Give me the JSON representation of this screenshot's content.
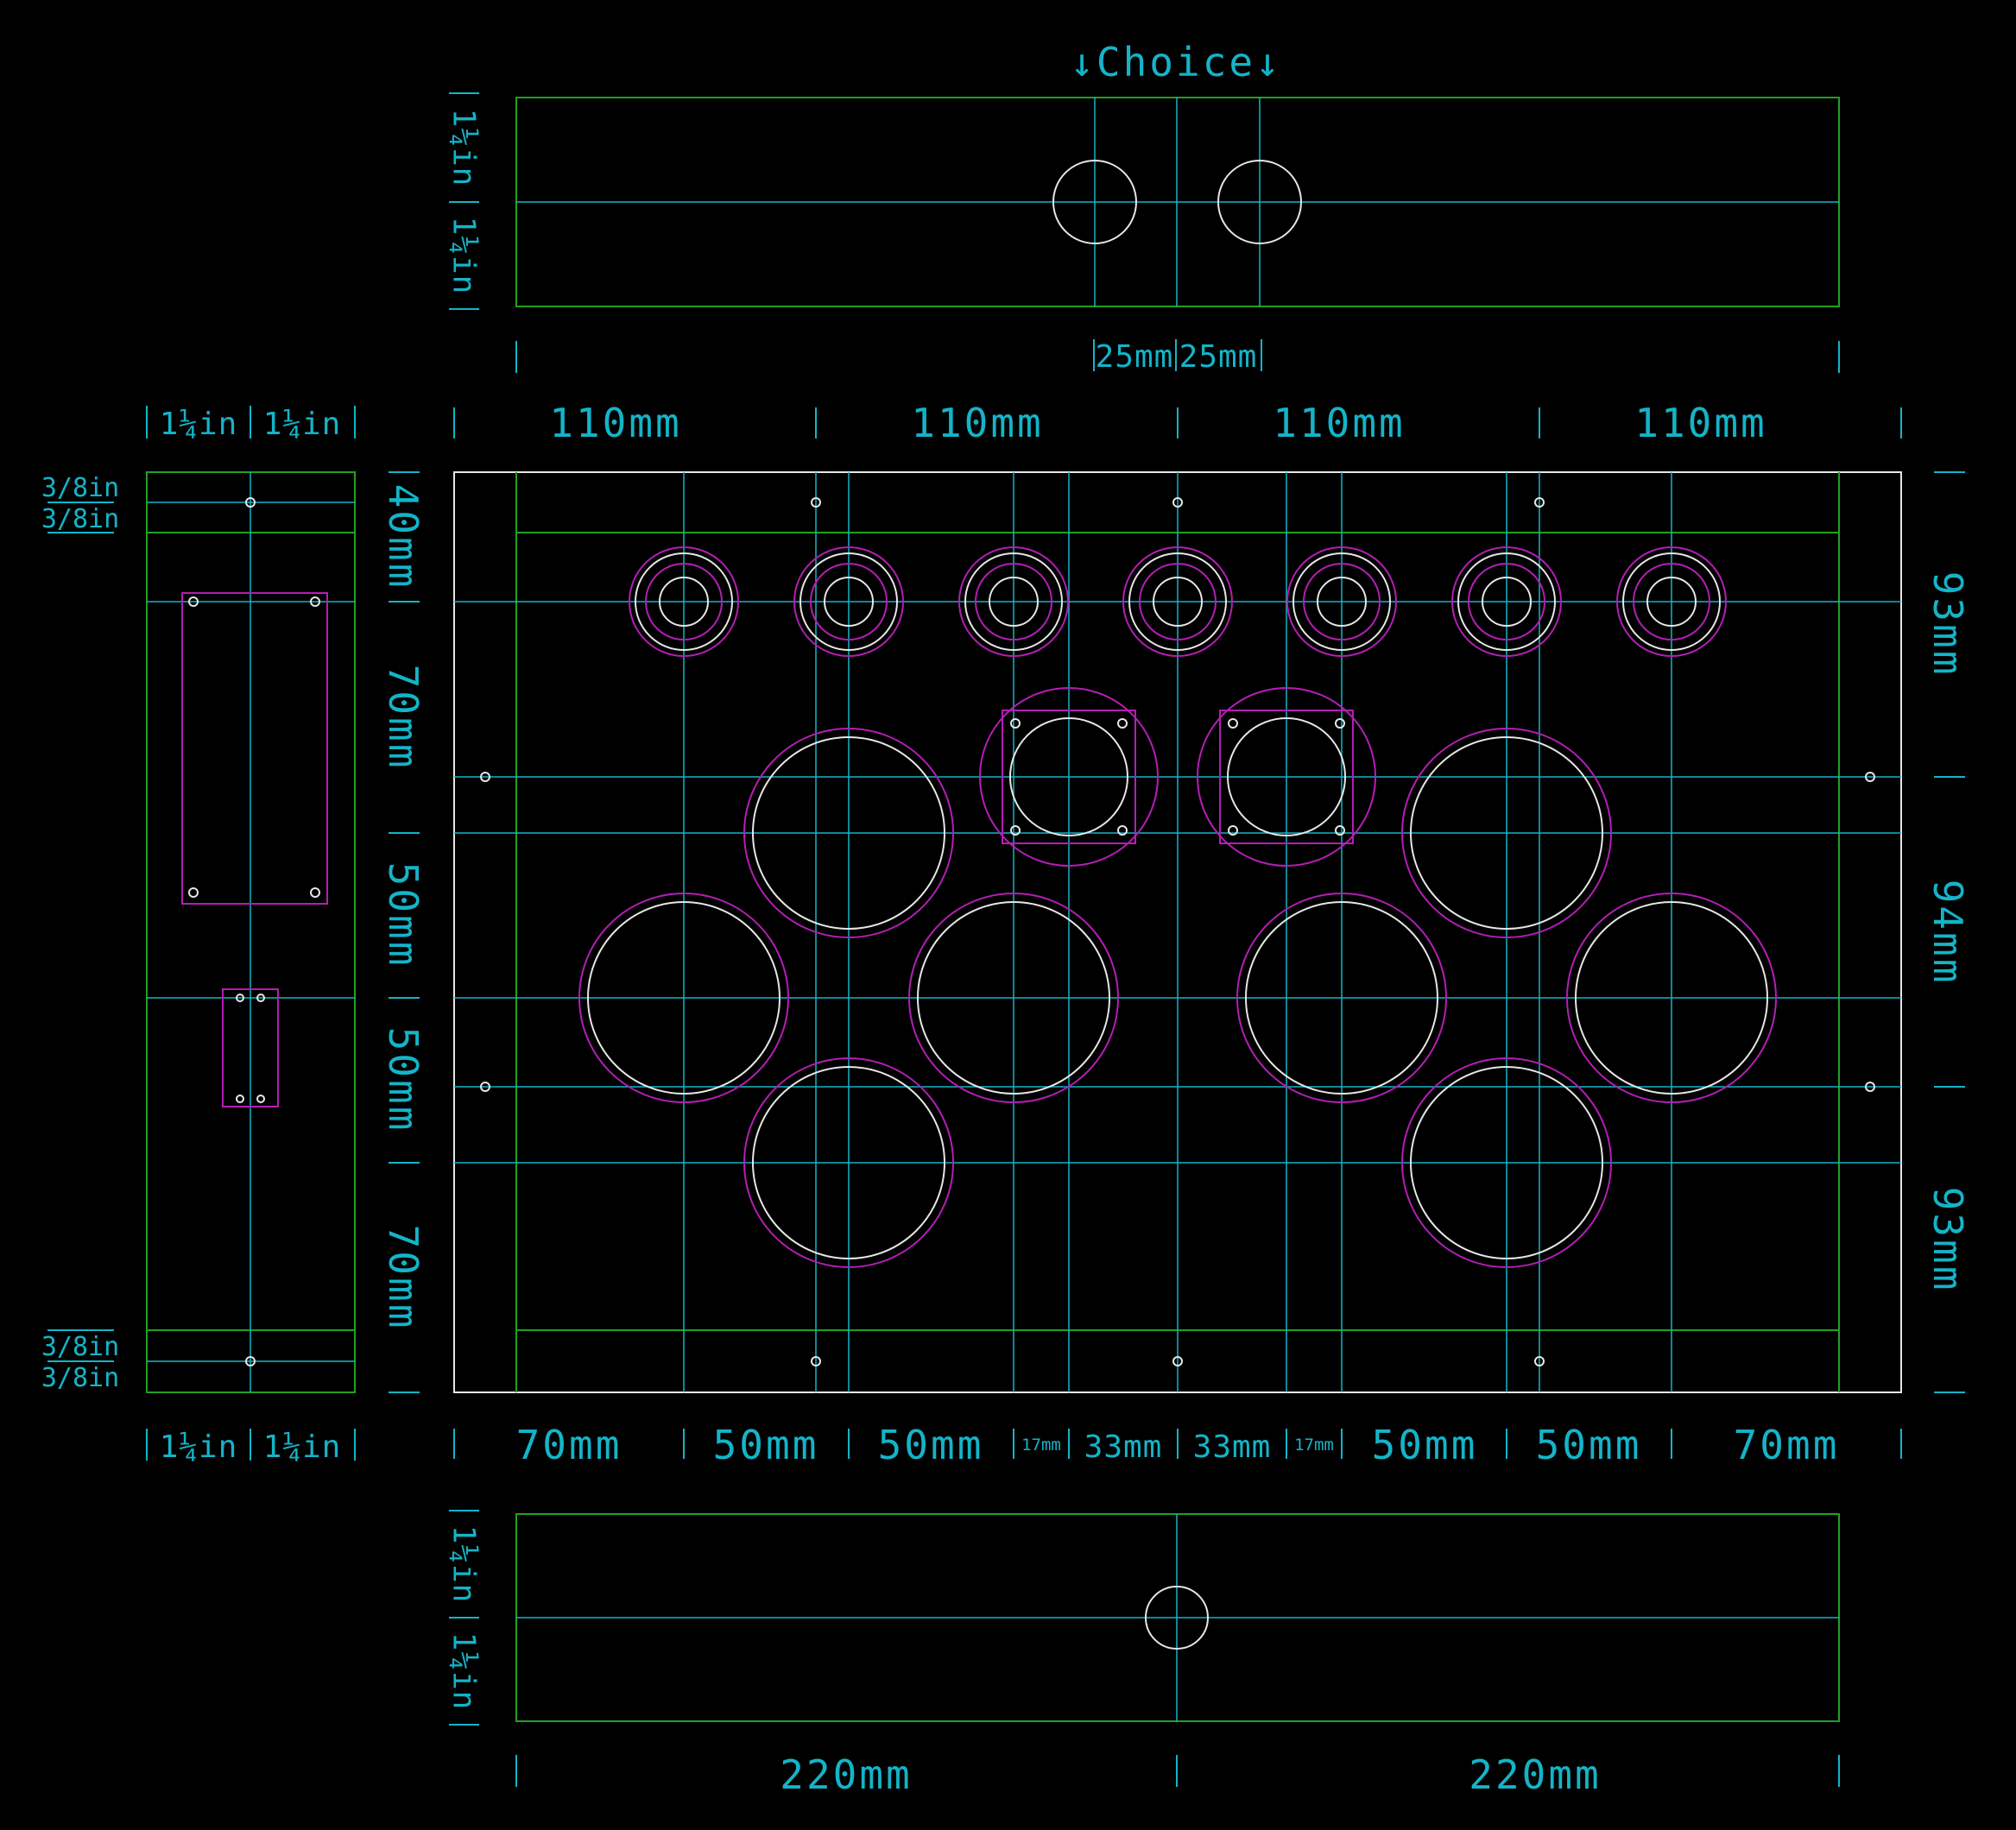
{
  "colors": {
    "background": "#000000",
    "outline": "#e6e6e6",
    "frame": "#22a022",
    "centerline": "#14b4c8",
    "clearance": "#b41eb4",
    "dimension_text": "#14b4c8"
  },
  "top_view": {
    "title": "↓Choice↓",
    "height_dims": [
      "1¼in",
      "1¼in"
    ],
    "spacing_dims": [
      "25mm",
      "25mm"
    ]
  },
  "side_view": {
    "top_dims": [
      "1¼in",
      "1¼in"
    ],
    "bottom_dims": [
      "1¼in",
      "1¼in"
    ],
    "edge_dims": [
      "3/8in",
      "3/8in",
      "3/8in",
      "3/8in"
    ]
  },
  "main_plan": {
    "top_dims": [
      "110mm",
      "110mm",
      "110mm",
      "110mm"
    ],
    "left_dims": [
      "40mm",
      "70mm",
      "50mm",
      "50mm",
      "70mm"
    ],
    "right_dims": [
      "93mm",
      "94mm",
      "93mm"
    ],
    "bottom_dims": [
      "70mm",
      "50mm",
      "50mm",
      "17mm",
      "33mm",
      "33mm",
      "17mm",
      "50mm",
      "50mm",
      "70mm"
    ]
  },
  "bottom_view": {
    "height_dims": [
      "1¼in",
      "1¼in"
    ],
    "width_dims": [
      "220mm",
      "220mm"
    ]
  }
}
